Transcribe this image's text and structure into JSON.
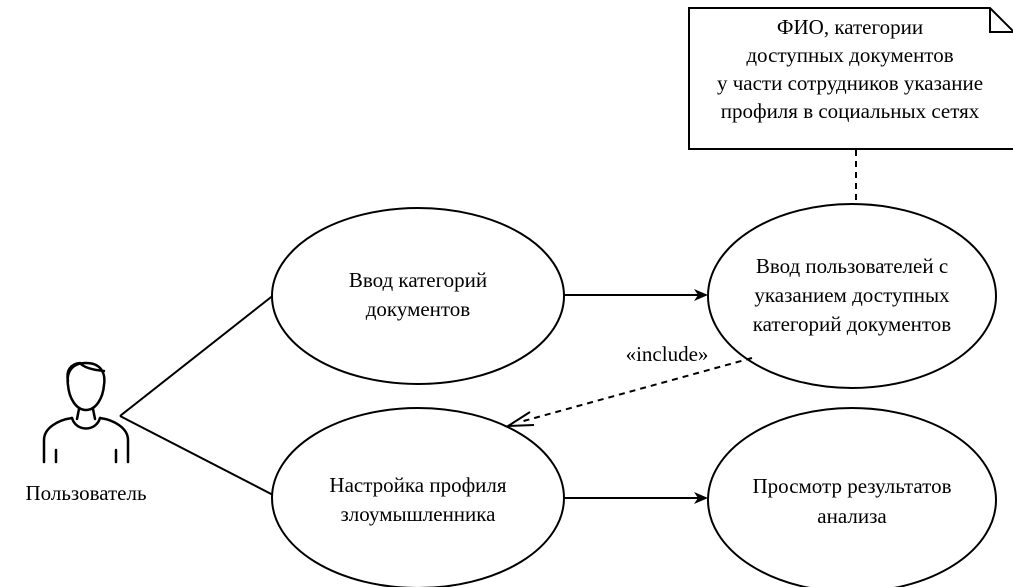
{
  "note": {
    "lines": [
      "ФИО, категории",
      "доступных документов",
      "у части сотрудников указание",
      "профиля в социальных сетях"
    ]
  },
  "actor": {
    "label": "Пользователь"
  },
  "use_cases": {
    "uc1": {
      "lines": [
        "Ввод  категорий",
        "документов"
      ]
    },
    "uc2": {
      "lines": [
        "Ввод  пользователей с",
        "указанием доступных",
        "категорий документов"
      ]
    },
    "uc3": {
      "lines": [
        "Настройка профиля",
        "злоумышленника"
      ]
    },
    "uc4": {
      "lines": [
        "Просмотр результатов",
        "анализа"
      ]
    }
  },
  "relation": {
    "include_label": "«include»"
  },
  "colors": {
    "stroke": "#000000",
    "fill": "#ffffff"
  }
}
